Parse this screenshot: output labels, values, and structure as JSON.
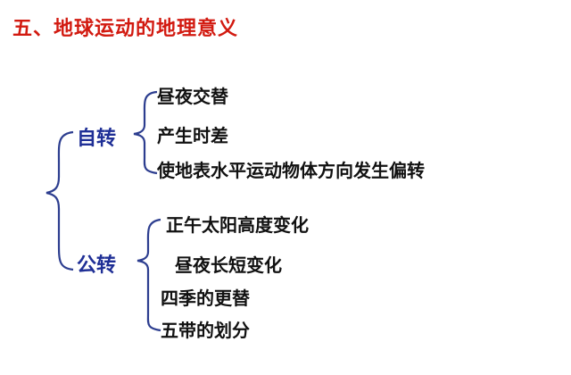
{
  "title": "五、地球运动的地理意义",
  "colors": {
    "title": "#d21a10",
    "category": "#1f2f96",
    "text": "#111111",
    "bracket": "#2c3d8f"
  },
  "groups": [
    {
      "label": "自转",
      "items": [
        "昼夜交替",
        "产生时差",
        "使地表水平运动物体方向发生偏转"
      ]
    },
    {
      "label": "公转",
      "items": [
        "正午太阳高度变化",
        "昼夜长短变化",
        "四季的更替",
        "五带的划分"
      ]
    }
  ]
}
